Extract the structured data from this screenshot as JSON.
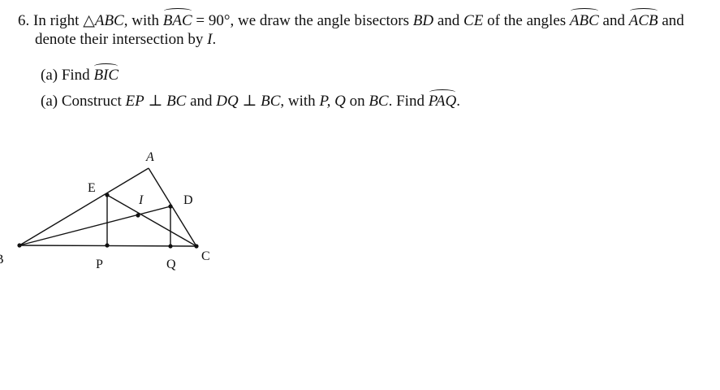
{
  "problem": {
    "number": "6.",
    "line1": {
      "t1": "In right ",
      "triangle_symbol": "△",
      "tri": "ABC",
      "t2": ", with ",
      "angle_bac": "BAC",
      "t3": " = 90°, we draw the angle bisectors ",
      "bd": "BD",
      "t4": " and ",
      "ce": "CE",
      "t5": " of the angles ",
      "angle_abc": "ABC",
      "t6": " and ",
      "angle_acb": "ACB",
      "t7": " and"
    },
    "line2": {
      "t1": "denote their intersection by ",
      "i": "I",
      "t2": "."
    },
    "part_a": {
      "label": "(a) Find ",
      "angle_bic": "BIC"
    },
    "part_b": {
      "label": "(a) Construct ",
      "ep": "EP",
      "perp1": " ⊥ ",
      "bc1": "BC",
      "t1": " and ",
      "dq": "DQ",
      "perp2": " ⊥ ",
      "bc2": "BC",
      "t2": ", with ",
      "pq": "P, Q",
      "t3": " on ",
      "bc3": "BC",
      "t4": ". Find ",
      "angle_paq": "PAQ",
      "t5": "."
    }
  },
  "figure": {
    "labels": {
      "A": "A",
      "B": "B",
      "C": "C",
      "D": "D",
      "E": "E",
      "I": "I",
      "P": "P",
      "Q": "Q"
    }
  }
}
